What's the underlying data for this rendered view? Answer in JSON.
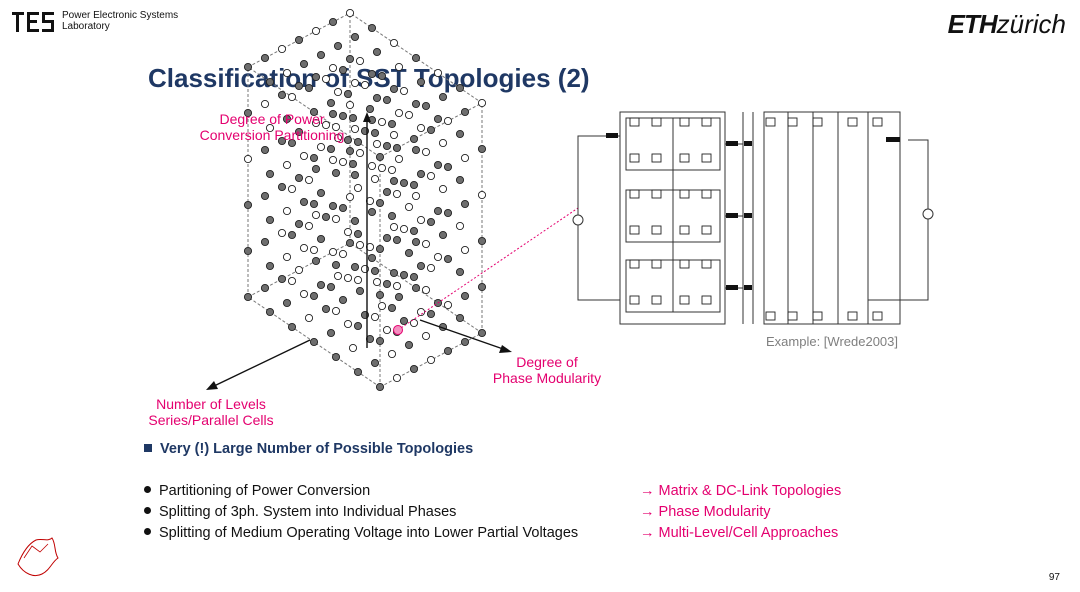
{
  "header": {
    "lab_name_line1": "Power Electronic Systems",
    "lab_name_line2": "Laboratory",
    "eth_bold": "ETH",
    "eth_rest": "zürich"
  },
  "slide": {
    "title": "Classification of SST Topologies (2)",
    "page_number": "97"
  },
  "diagram": {
    "axis_vertical_line1": "Degree of Power",
    "axis_vertical_line2": "Conversion Partitioning",
    "axis_right_line1": "Degree of",
    "axis_right_line2": "Phase Modularity",
    "axis_left_line1": "Number of Levels",
    "axis_left_line2": "Series/Parallel Cells",
    "example_caption": "Example: [Wrede2003]",
    "colors": {
      "accent": "#e4006f",
      "title": "#1f3864",
      "node_filled": "#6e6e6e"
    }
  },
  "bullets": {
    "main": "Very (!) Large Number of Possible Topologies",
    "items": [
      {
        "text": "Partitioning of Power Conversion",
        "result": "→ Matrix & DC-Link Topologies"
      },
      {
        "text": "Splitting of 3ph. System into Individual Phases",
        "result": "→ Phase Modularity"
      },
      {
        "text": "Splitting of Medium Operating Voltage into Lower Partial Voltages",
        "result": "→ Multi-Level/Cell Approaches"
      }
    ]
  }
}
